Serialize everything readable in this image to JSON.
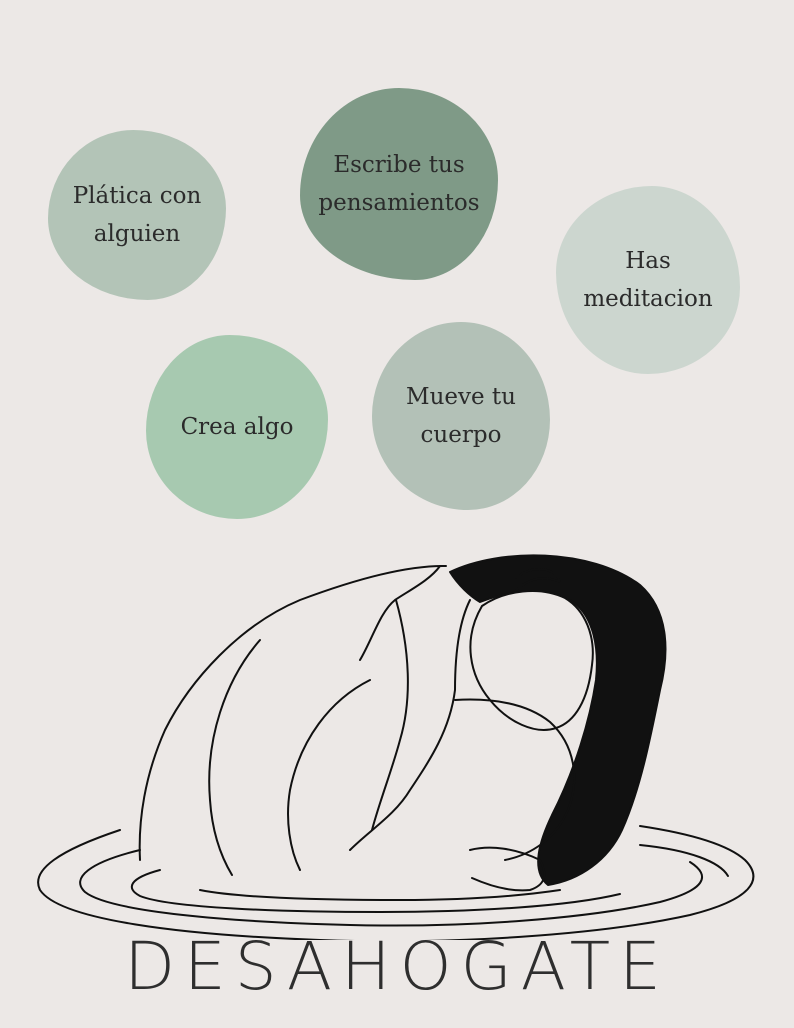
{
  "blobs": [
    {
      "label": "Plática con\nalguien",
      "color": "#b3c4b7"
    },
    {
      "label": "Escribe tus\npensamientos",
      "color": "#7f9a87"
    },
    {
      "label": "Has\nmeditacion",
      "color": "#ccd6cf"
    },
    {
      "label": "Crea algo",
      "color": "#a7c9b0"
    },
    {
      "label": "Mueve tu\ncuerpo",
      "color": "#b3c1b7"
    }
  ],
  "title": "DESAHOGATE",
  "colors": {
    "background": "#ece8e6",
    "ink": "#111111"
  }
}
